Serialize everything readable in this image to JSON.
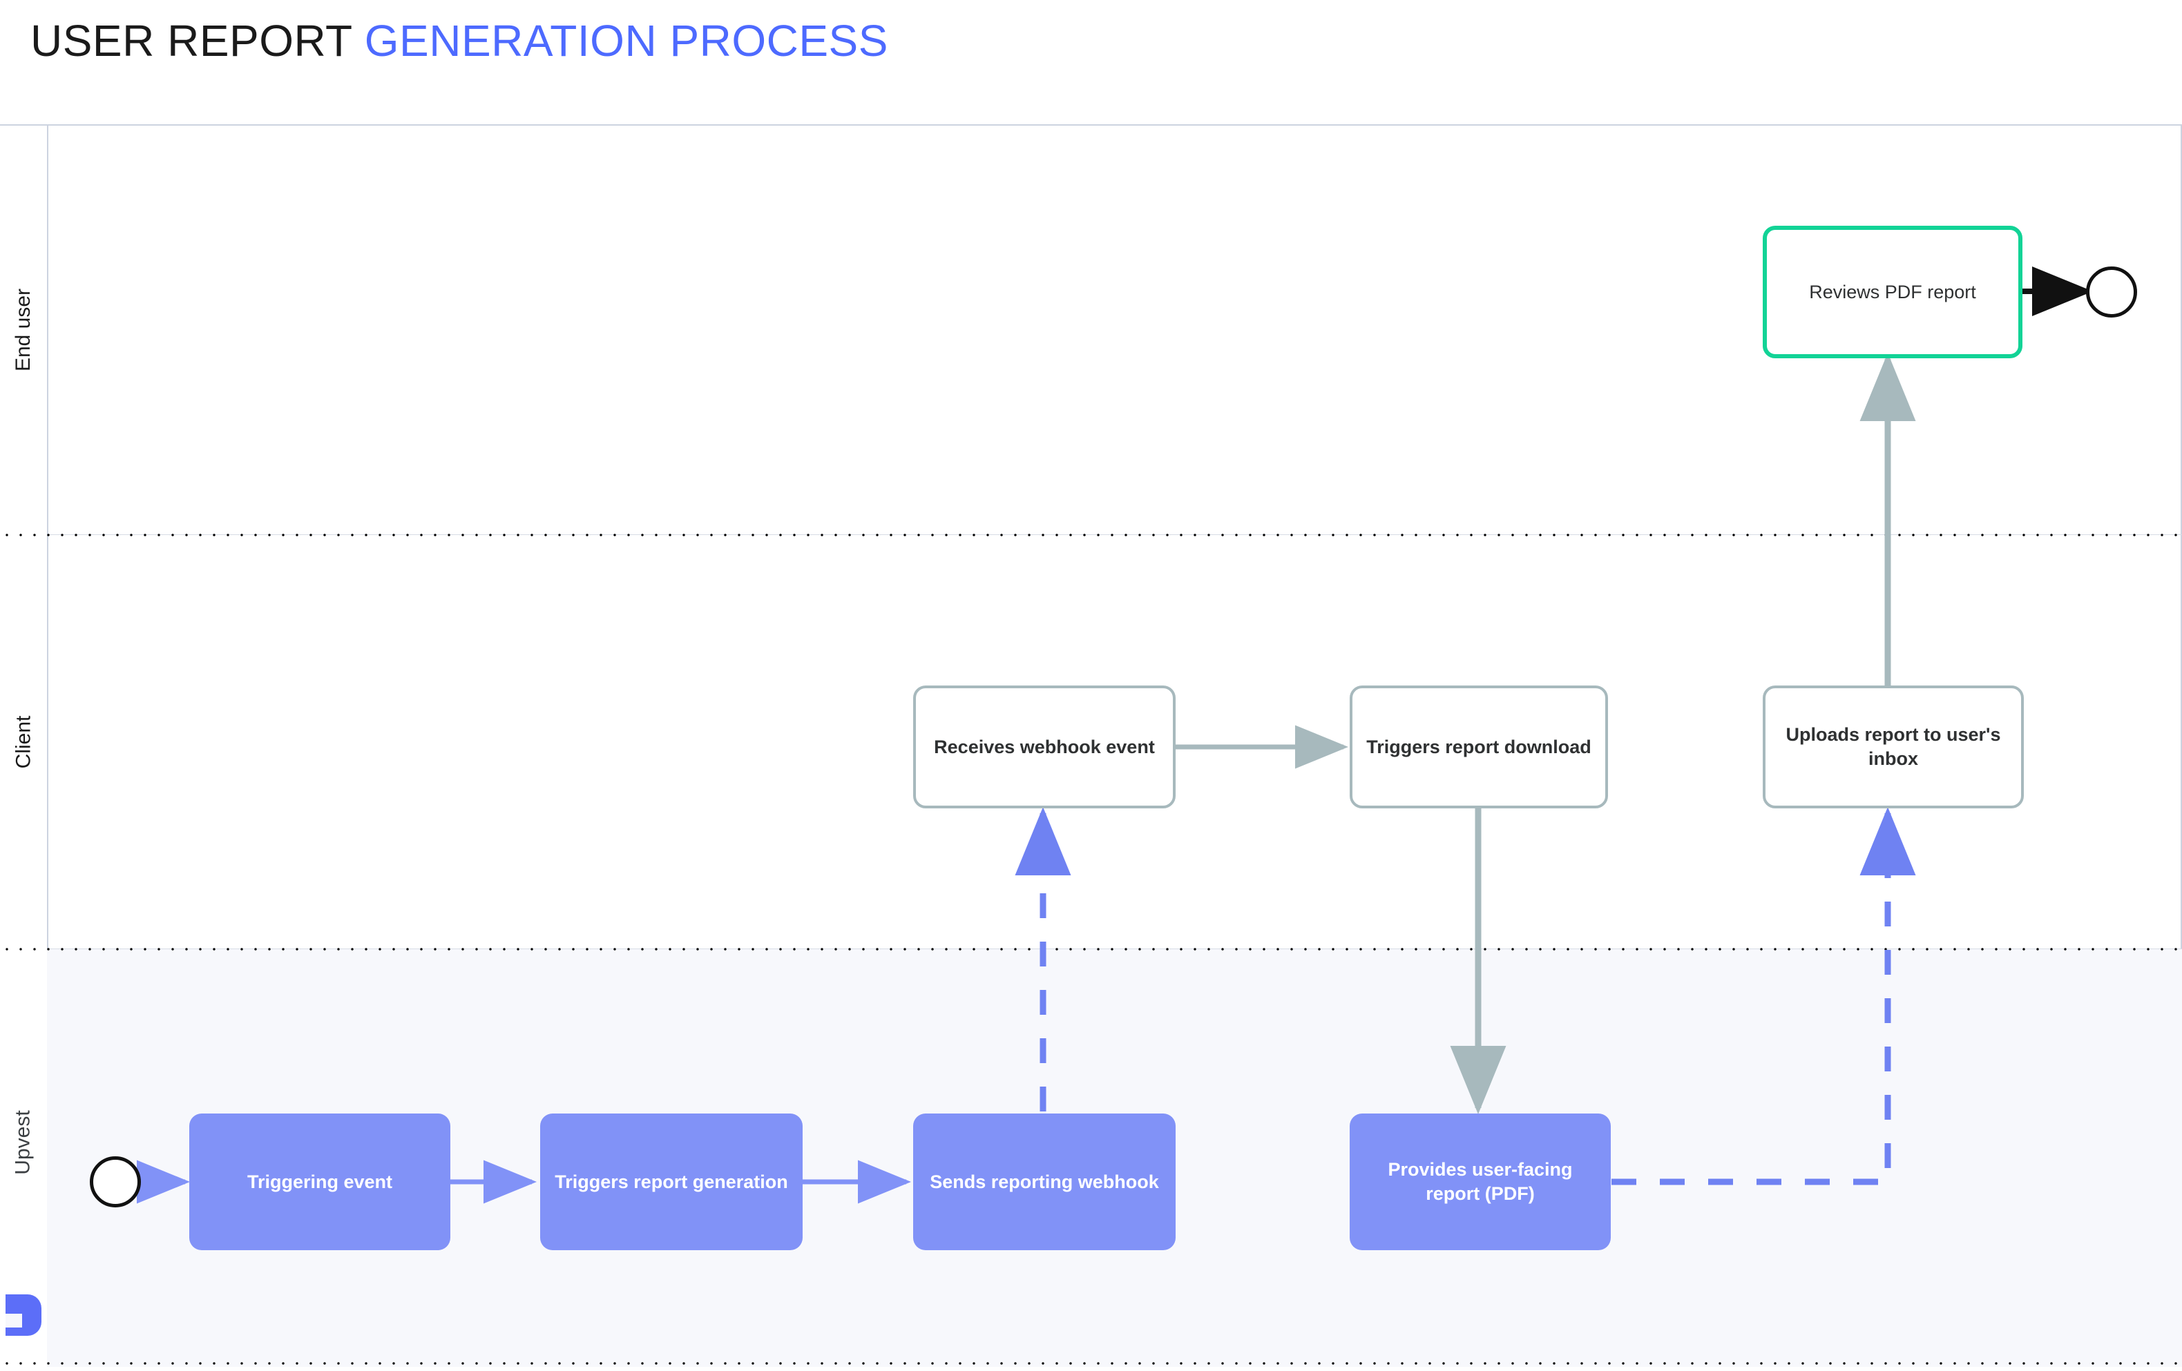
{
  "title": {
    "dark_text": "USER REPORT",
    "accent_text": "GENERATION PROCESS",
    "accent_color": "#4D6AFF"
  },
  "diagram": {
    "type": "bpmn-swimlane",
    "lanes": [
      {
        "id": "end-user",
        "label": "End user",
        "background": "#FFFFFF"
      },
      {
        "id": "client",
        "label": "Client",
        "background": "#FFFFFF"
      },
      {
        "id": "upvest",
        "label": "Upvest",
        "background": "#F7F8FC",
        "has_logo": true
      }
    ],
    "palette": {
      "upvest_node_fill": "#8192F7",
      "upvest_node_text": "#FFFFFF",
      "client_node_border": "#A7B9BD",
      "client_node_text": "#2F3132",
      "enduser_node_border": "#12D396",
      "enduser_node_text": "#2F3132",
      "event_stroke": "#111111",
      "message_flow": "#6F82F2",
      "sequence_flow_client": "#A7B9BD",
      "sequence_flow_upvest": "#8192F7",
      "sequence_flow_enduser": "#111111",
      "lane_divider": "#000000"
    },
    "nodes": [
      {
        "id": "start-event",
        "lane": "upvest",
        "kind": "start-event",
        "label": ""
      },
      {
        "id": "triggering-event",
        "lane": "upvest",
        "kind": "task",
        "label": "Triggering event"
      },
      {
        "id": "triggers-gen",
        "lane": "upvest",
        "kind": "task",
        "label": "Triggers report generation"
      },
      {
        "id": "sends-webhook",
        "lane": "upvest",
        "kind": "task",
        "label": "Sends reporting webhook"
      },
      {
        "id": "provides-pdf",
        "lane": "upvest",
        "kind": "task",
        "label": "Provides user-facing report (PDF)"
      },
      {
        "id": "receives-webhook",
        "lane": "client",
        "kind": "task",
        "label": "Receives webhook event"
      },
      {
        "id": "triggers-dl",
        "lane": "client",
        "kind": "task",
        "label": "Triggers report download"
      },
      {
        "id": "uploads-inbox",
        "lane": "client",
        "kind": "task",
        "label": "Uploads report to user's inbox"
      },
      {
        "id": "reviews-pdf",
        "lane": "end-user",
        "kind": "task",
        "label": "Reviews PDF report"
      },
      {
        "id": "end-event",
        "lane": "end-user",
        "kind": "end-event",
        "label": ""
      }
    ],
    "flows": [
      {
        "from": "start-event",
        "to": "triggering-event",
        "style": "solid",
        "color": "#8192F7"
      },
      {
        "from": "triggering-event",
        "to": "triggers-gen",
        "style": "solid",
        "color": "#8192F7"
      },
      {
        "from": "triggers-gen",
        "to": "sends-webhook",
        "style": "solid",
        "color": "#8192F7"
      },
      {
        "from": "sends-webhook",
        "to": "receives-webhook",
        "style": "dashed",
        "color": "#6F82F2"
      },
      {
        "from": "receives-webhook",
        "to": "triggers-dl",
        "style": "solid",
        "color": "#A7B9BD"
      },
      {
        "from": "triggers-dl",
        "to": "provides-pdf",
        "style": "solid",
        "color": "#A7B9BD"
      },
      {
        "from": "provides-pdf",
        "to": "uploads-inbox",
        "style": "dashed",
        "color": "#6F82F2"
      },
      {
        "from": "uploads-inbox",
        "to": "reviews-pdf",
        "style": "solid",
        "color": "#A7B9BD"
      },
      {
        "from": "reviews-pdf",
        "to": "end-event",
        "style": "solid",
        "color": "#111111"
      }
    ]
  }
}
